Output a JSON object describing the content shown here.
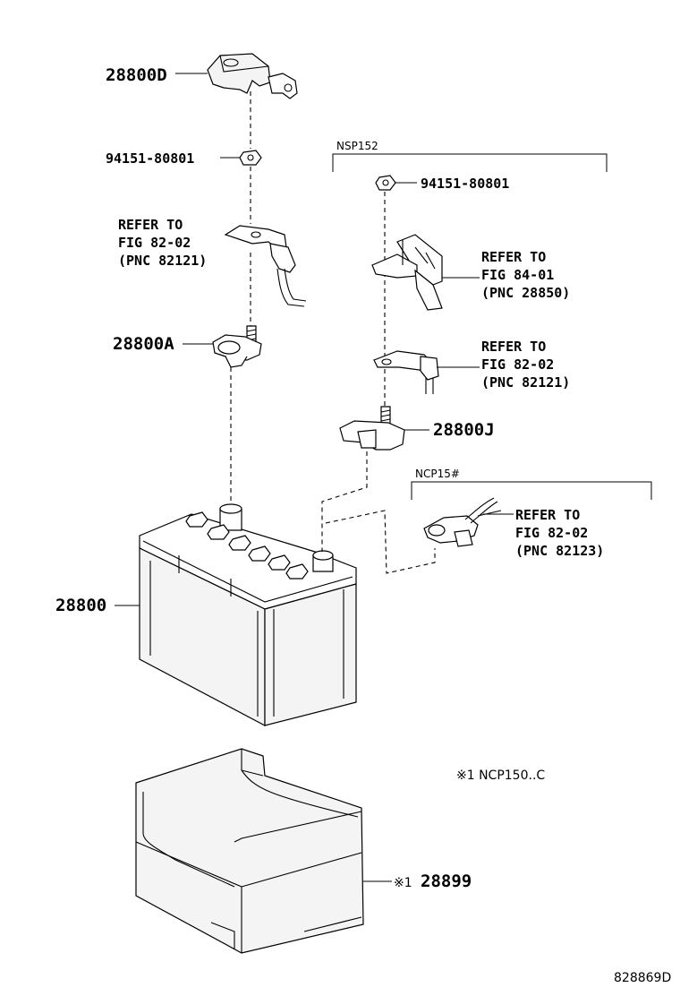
{
  "labels": {
    "cover": "28800D",
    "nut_left": "94151-80801",
    "nut_right": "94151-80801",
    "refer_left_1": "REFER TO",
    "refer_left_2": "FIG 82-02",
    "refer_left_3": "(PNC 82121)",
    "clamp_a": "28800A",
    "group_nsp": "NSP152",
    "refer_r1_1": "REFER TO",
    "refer_r1_2": "FIG 84-01",
    "refer_r1_3": "(PNC 28850)",
    "refer_r2_1": "REFER TO",
    "refer_r2_2": "FIG 82-02",
    "refer_r2_3": "(PNC 82121)",
    "clamp_j": "28800J",
    "group_ncp": "NCP15#",
    "refer_r3_1": "REFER TO",
    "refer_r3_2": "FIG 82-02",
    "refer_r3_3": "(PNC 82123)",
    "battery": "28800",
    "note": "※1 NCP150..C",
    "tray_mark": "※1",
    "tray": "28899",
    "figure_id": "828869D"
  }
}
